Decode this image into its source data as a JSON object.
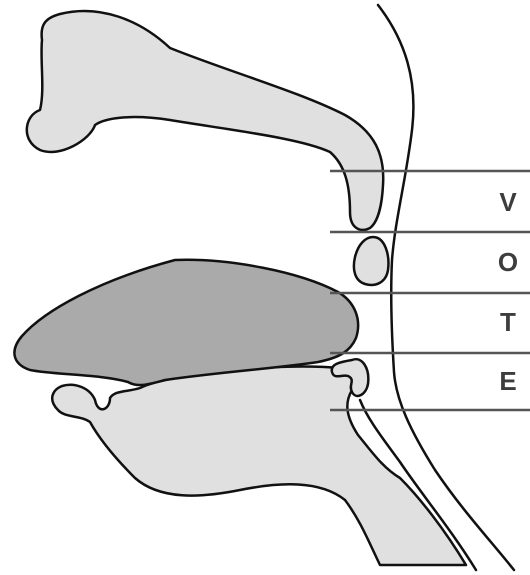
{
  "diagram": {
    "levels": [
      {
        "label": "V"
      },
      {
        "label": "O"
      },
      {
        "label": "T"
      },
      {
        "label": "E"
      }
    ],
    "colors": {
      "outline": "#111111",
      "tissue_fill": "#e0e0e0",
      "tongue_fill": "#aaaaaa",
      "divider_line": "#555555",
      "label_text": "#3d3d3d",
      "background": "#ffffff"
    }
  }
}
